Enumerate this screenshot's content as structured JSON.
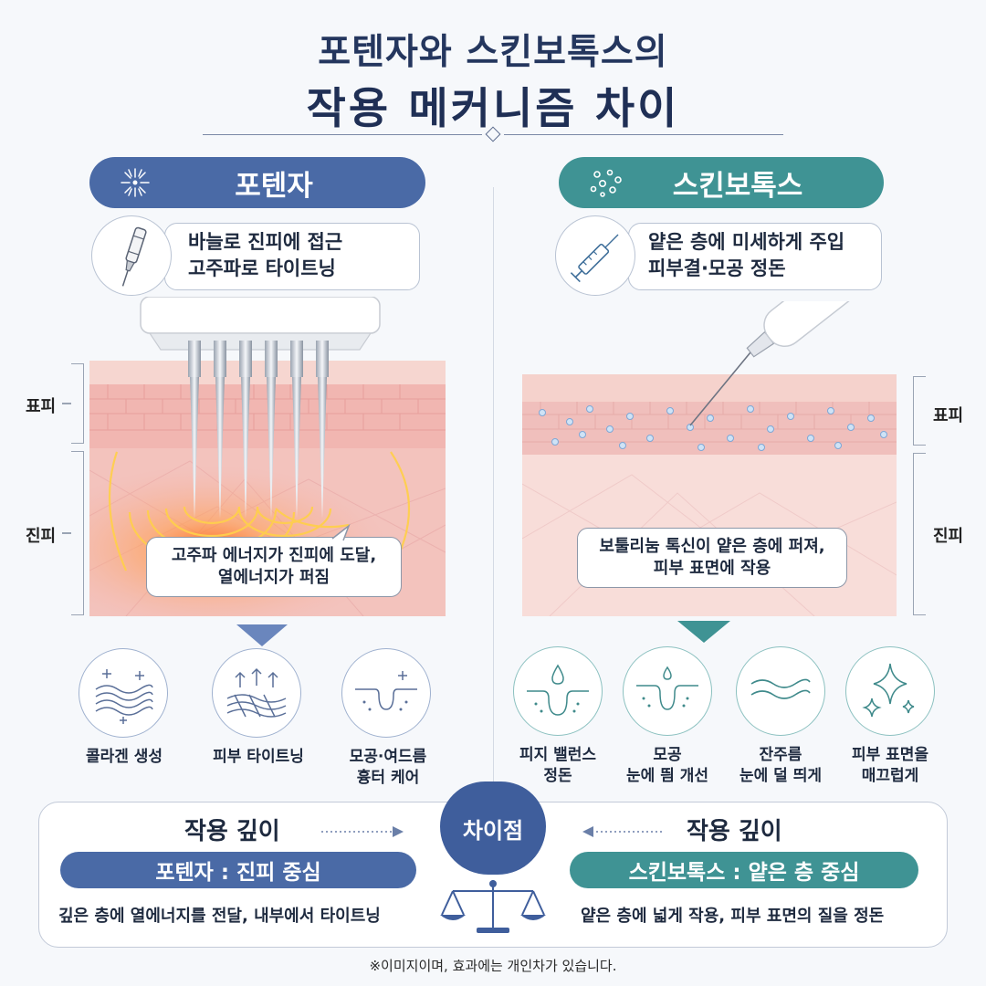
{
  "title": {
    "line1": "포텐자와 스킨보톡스의",
    "line2": "작용 메커니즘 차이"
  },
  "left": {
    "name": "포텐자",
    "color": "#4a6aa6",
    "icon": "starburst-icon",
    "info_icon": "needle-tip-icon",
    "info_lines": [
      "바늘로 진피에 접근",
      "고주파로 타이트닝"
    ],
    "layer_epidermis": "표피",
    "layer_dermis": "진피",
    "callout_lines": [
      "고주파 에너지가 진피에 도달,",
      "열에너지가 퍼짐"
    ],
    "benefits": [
      {
        "icon": "collagen-wave-icon",
        "lines": [
          "콜라겐 생성"
        ]
      },
      {
        "icon": "tightening-arrows-icon",
        "lines": [
          "피부 타이트닝"
        ]
      },
      {
        "icon": "pore-icon",
        "lines": [
          "모공·여드름",
          "흉터 케어"
        ]
      }
    ]
  },
  "right": {
    "name": "스킨보톡스",
    "color": "#3f9394",
    "icon": "dots-icon",
    "info_icon": "syringe-icon",
    "info_lines": [
      "얕은 층에 미세하게 주입",
      "피부결·모공 정돈"
    ],
    "layer_epidermis": "표피",
    "layer_dermis": "진피",
    "callout_lines": [
      "보툴리눔 톡신이 얕은 층에 퍼져,",
      "피부 표면에 작용"
    ],
    "benefits": [
      {
        "icon": "sebum-drop-icon",
        "lines": [
          "피지 밸런스",
          "정돈"
        ]
      },
      {
        "icon": "pore-drop-icon",
        "lines": [
          "모공",
          "눈에 띔 개선"
        ]
      },
      {
        "icon": "fine-wrinkle-icon",
        "lines": [
          "잔주름",
          "눈에 덜 띄게"
        ]
      },
      {
        "icon": "sparkle-icon",
        "lines": [
          "피부 표면을",
          "매끄럽게"
        ]
      }
    ]
  },
  "comparison": {
    "badge": "차이점",
    "left_title": "작용 깊이",
    "left_band": "포텐자 : 진피 중심",
    "left_desc": "깊은 층에 열에너지를 전달, 내부에서 타이트닝",
    "right_title": "작용 깊이",
    "right_band": "스킨보톡스 : 얕은 층 중심",
    "right_desc": "얕은 층에 넓게 작용, 피부 표면의 질을 정돈"
  },
  "footnote": "※이미지이며, 효과에는 개인차가 있습니다."
}
